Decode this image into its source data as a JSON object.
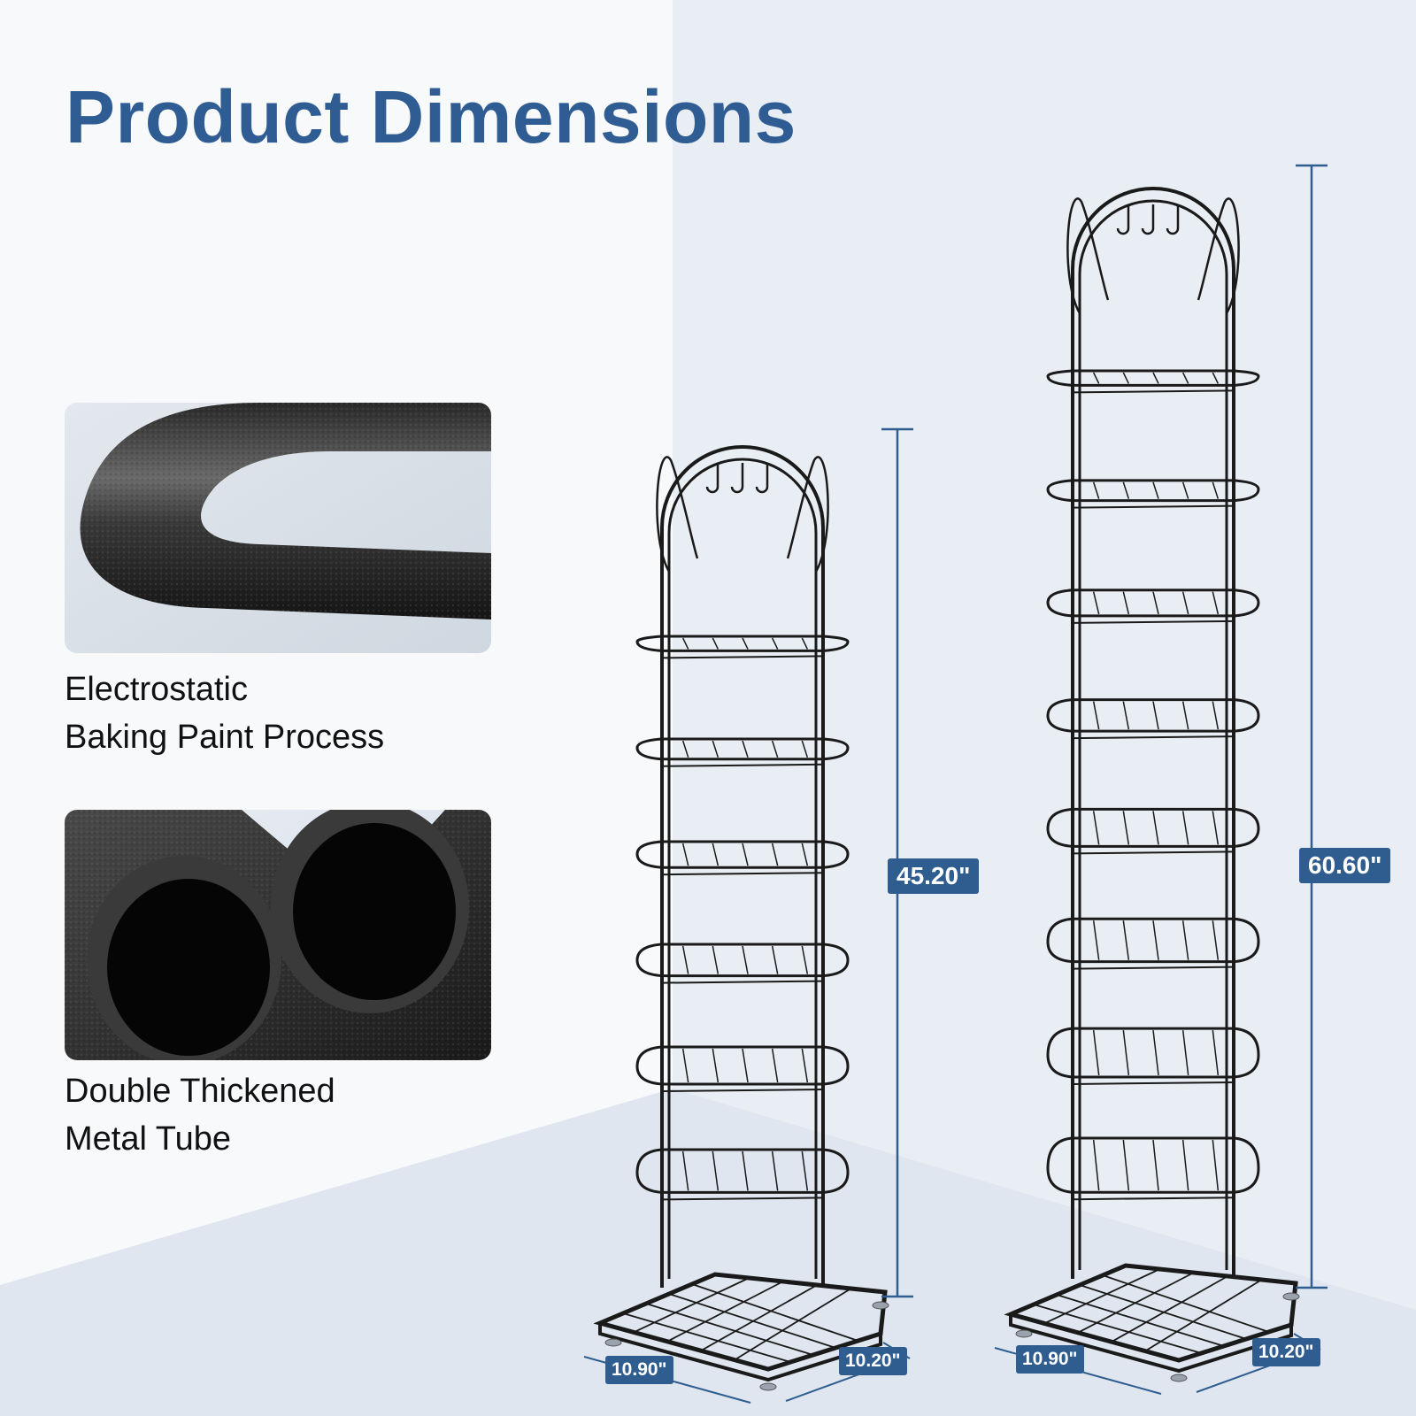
{
  "title": "Product Dimensions",
  "features": [
    {
      "icon": "coated-tube-closeup",
      "line1": "Electrostatic",
      "line2": "Baking Paint Process"
    },
    {
      "icon": "tube-cross-section",
      "line1": "Double Thickened",
      "line2": "Metal Tube"
    }
  ],
  "racks": [
    {
      "tiers": 6,
      "height": "45.20\"",
      "width": "10.90\"",
      "depth": "10.20\""
    },
    {
      "tiers": 8,
      "height": "60.60\"",
      "width": "10.90\"",
      "depth": "10.20\""
    }
  ],
  "colors": {
    "title": "#2f5d93",
    "label_bg": "#2f5d8f",
    "frame": "#1a1a1a",
    "dim_line": "#2f5d8f"
  }
}
